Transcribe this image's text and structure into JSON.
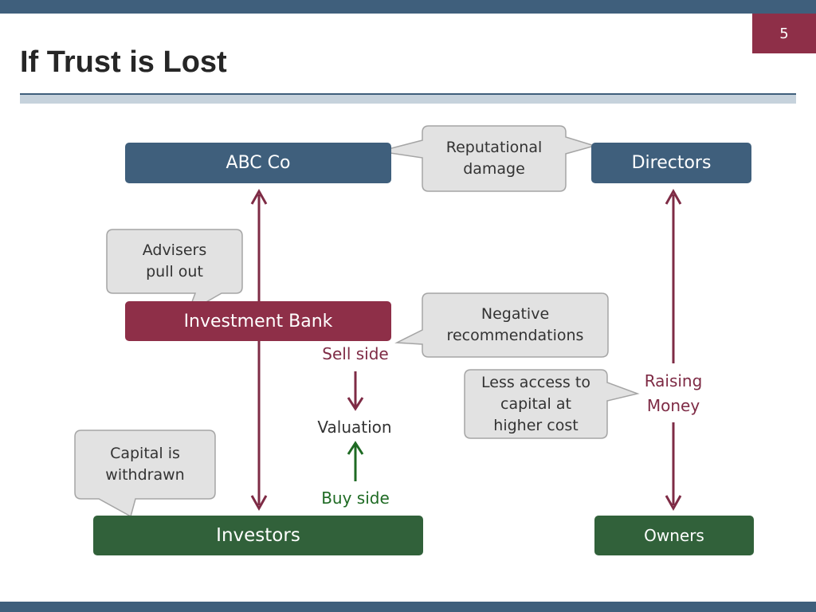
{
  "slide": {
    "number": "5",
    "title": "If Trust is Lost"
  },
  "nodes": {
    "abc_co": "ABC Co",
    "directors": "Directors",
    "investment_bank": "Investment Bank",
    "investors": "Investors",
    "owners": "Owners"
  },
  "callouts": {
    "reputational_damage": [
      "Reputational",
      "damage"
    ],
    "advisers_pull_out": [
      "Advisers",
      "pull out"
    ],
    "negative_recommendations": [
      "Negative",
      "recommendations"
    ],
    "less_access": [
      "Less access to",
      "capital at",
      "higher cost"
    ],
    "capital_withdrawn": [
      "Capital is",
      "withdrawn"
    ]
  },
  "labels": {
    "sell_side": "Sell side",
    "valuation": "Valuation",
    "buy_side": "Buy side",
    "raising_money": [
      "Raising",
      "Money"
    ]
  },
  "colors": {
    "navy": "#3f5f7c",
    "maroon": "#8e2f48",
    "green": "#31613a",
    "arrow_maroon": "#7e2b45",
    "arrow_green": "#1e6a23",
    "callout_fill": "#e2e2e2",
    "callout_border": "#a5a5a5"
  }
}
